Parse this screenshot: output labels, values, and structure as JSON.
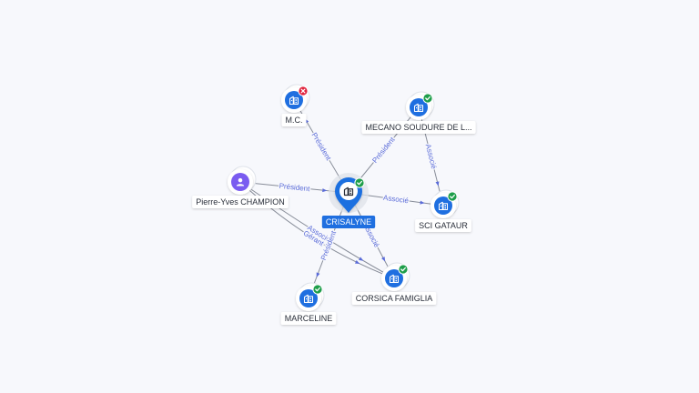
{
  "colors": {
    "company_icon": "#1f6fe0",
    "person_icon": "#7a5cf0",
    "active_badge": "#1e9e4a",
    "inactive_badge": "#e0223c",
    "edge": "#6b7280",
    "edge_label": "#5a6bd8",
    "center_label_bg": "#1f6fe0"
  },
  "graph": {
    "center": {
      "id": "crisalyne",
      "label": "CRISALYNE",
      "status": "active"
    },
    "nodes": [
      {
        "id": "mc",
        "label": "M.C.",
        "kind": "company",
        "status": "inactive"
      },
      {
        "id": "mecano",
        "label": "MECANO SOUDURE DE L...",
        "kind": "company",
        "status": "active"
      },
      {
        "id": "champion",
        "label": "Pierre-Yves CHAMPION",
        "kind": "person",
        "status": "none"
      },
      {
        "id": "scigataur",
        "label": "SCI GATAUR",
        "kind": "company",
        "status": "active"
      },
      {
        "id": "corsica",
        "label": "CORSICA FAMIGLIA",
        "kind": "company",
        "status": "active"
      },
      {
        "id": "marceline",
        "label": "MARCELINE",
        "kind": "company",
        "status": "active"
      }
    ],
    "edges": [
      {
        "from": "crisalyne",
        "to": "mc",
        "label": "Président"
      },
      {
        "from": "crisalyne",
        "to": "mecano",
        "label": "Président"
      },
      {
        "from": "mecano",
        "to": "scigataur",
        "label": "Associé"
      },
      {
        "from": "champion",
        "to": "crisalyne",
        "label": "Président"
      },
      {
        "from": "crisalyne",
        "to": "scigataur",
        "label": "Associé"
      },
      {
        "from": "champion",
        "to": "corsica",
        "label": "Gérant"
      },
      {
        "from": "champion",
        "to": "corsica",
        "label": "Associé"
      },
      {
        "from": "crisalyne",
        "to": "marceline",
        "label": "Président"
      },
      {
        "from": "crisalyne",
        "to": "corsica",
        "label": "Associé"
      }
    ]
  }
}
